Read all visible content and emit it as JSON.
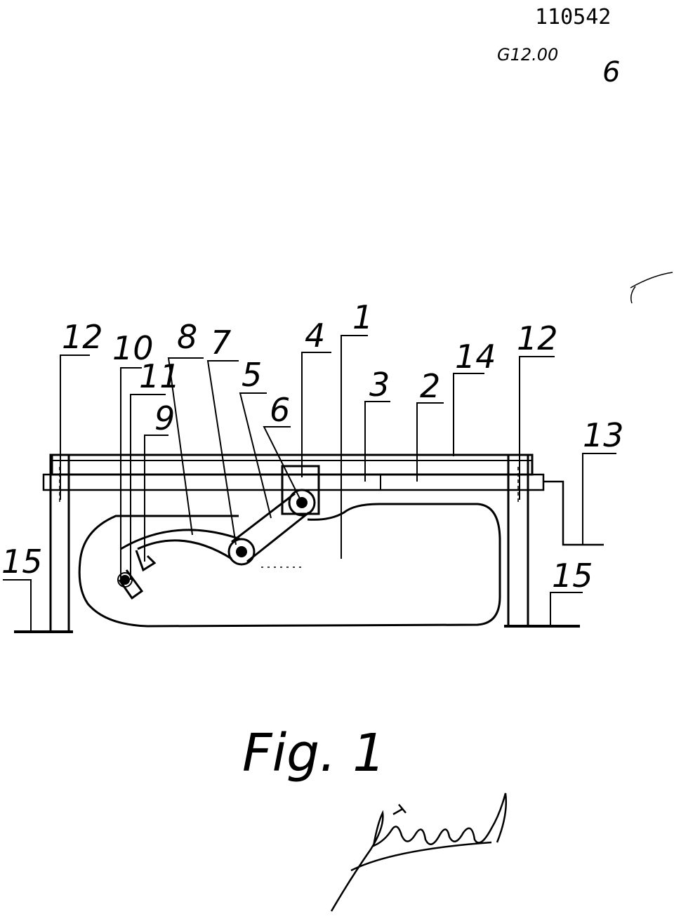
{
  "header": {
    "doc_number": "110542",
    "classification": "G12.00",
    "sheet_mark": "6"
  },
  "labels": {
    "l1": "1",
    "l2": "2",
    "l3": "3",
    "l4": "4",
    "l5": "5",
    "l6": "6",
    "l7": "7",
    "l8": "8",
    "l9": "9",
    "l10": "10",
    "l11": "11",
    "l12_left": "12",
    "l12_right": "12",
    "l13": "13",
    "l14": "14",
    "l15_left": "15",
    "l15_right": "15"
  },
  "caption": "Fig. 1",
  "colors": {
    "ink": "#000000",
    "paper": "#ffffff"
  }
}
